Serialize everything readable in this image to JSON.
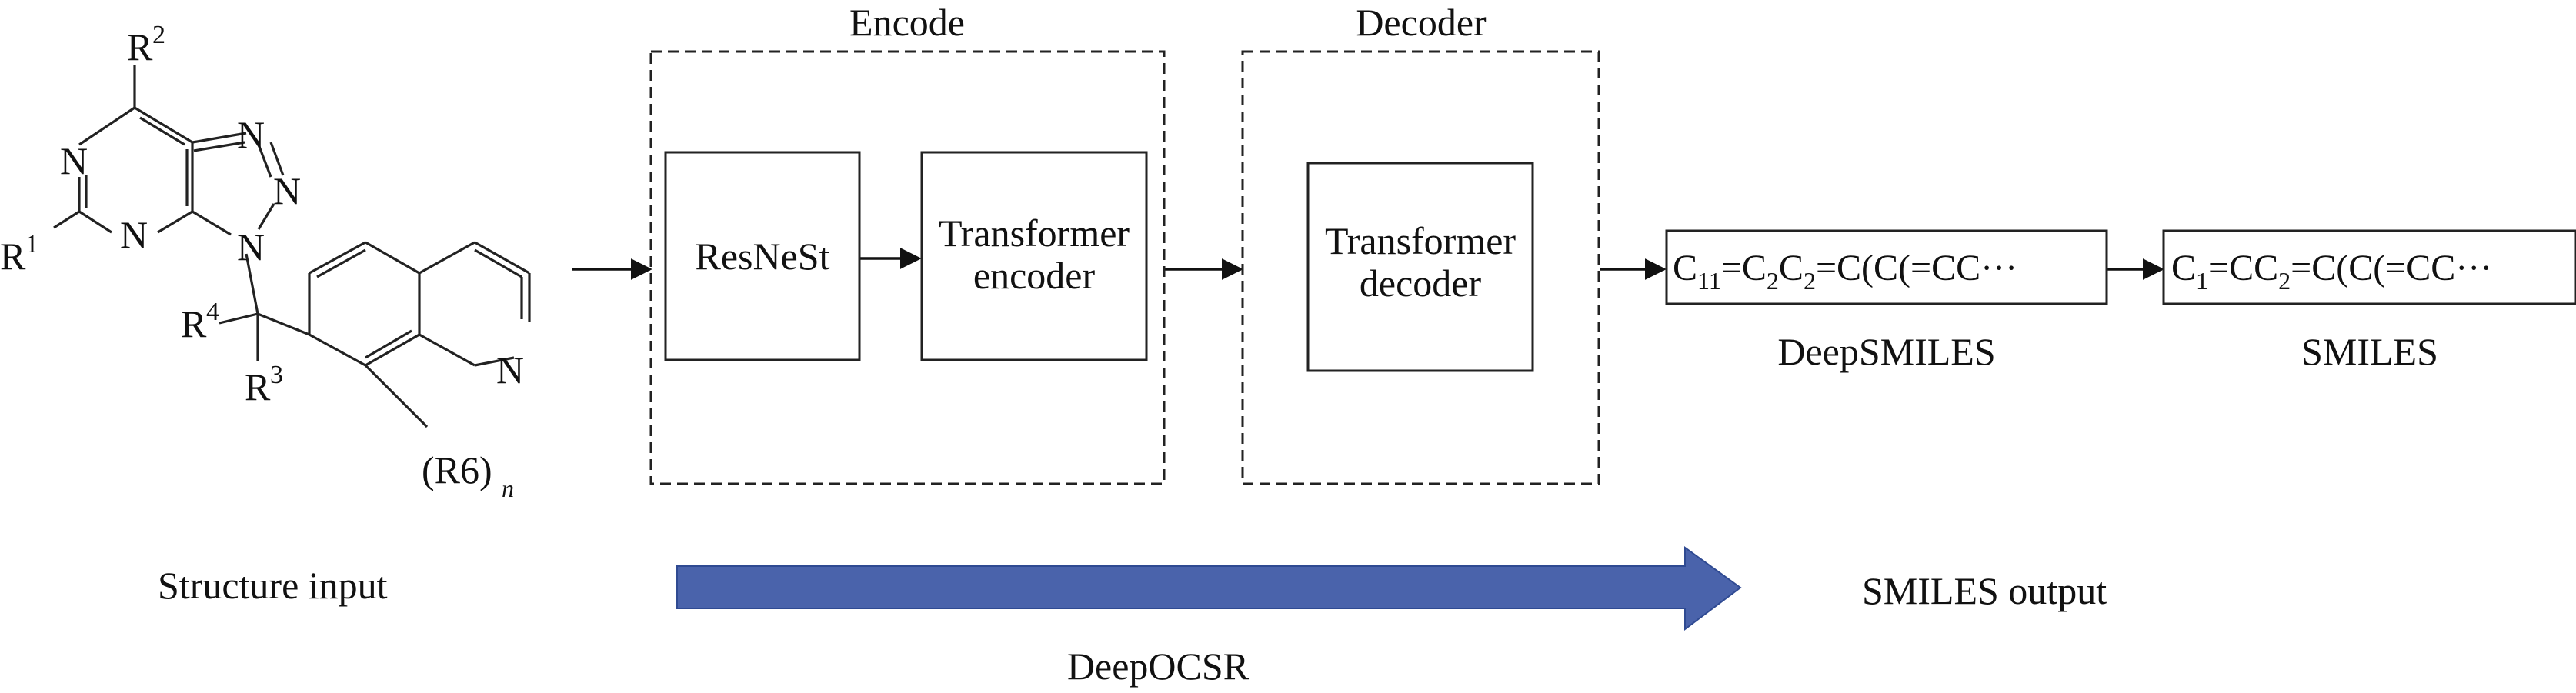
{
  "molecule": {
    "atoms": {
      "R": "R",
      "N": "N",
      "r1": "1",
      "r2": "2",
      "r3": "3",
      "r4": "4",
      "r6": "(R6)",
      "n": "n"
    }
  },
  "labels": {
    "structure_input": "Structure input",
    "encode": "Encode",
    "decoder": "Decoder",
    "deepocsr": "DeepOCSR",
    "smiles_output": "SMILES output",
    "deepsmiles": "DeepSMILES",
    "smiles": "SMILES"
  },
  "boxes": {
    "resnest": "ResNeSt",
    "tenc_line1": "Transformer",
    "tenc_line2": "encoder",
    "tdec_line1": "Transformer",
    "tdec_line2": "decoder"
  },
  "outputs": {
    "deepsmiles_string": {
      "a": "C",
      "a_sub": "11",
      "b": "=C",
      "b_sub": "2",
      "c": "C",
      "c_sub": "2",
      "d": "=C(C(=CC···"
    },
    "smiles_string": {
      "a": "C",
      "a_sub": "1",
      "b": "=CC",
      "b_sub": "2",
      "c": "=C(C(=CC···"
    }
  },
  "colors": {
    "arrow_blue": "#4a63ab",
    "arrow_blue_edge": "#2f4a92"
  }
}
